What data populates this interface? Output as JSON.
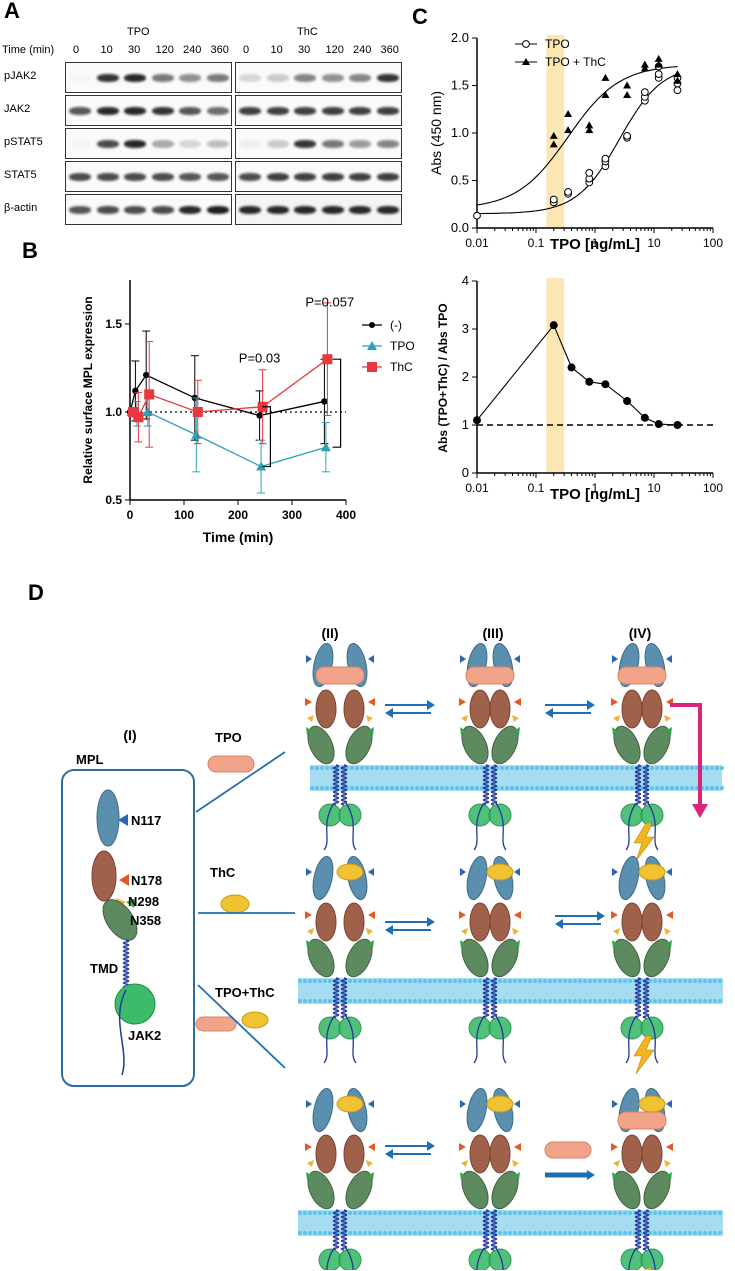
{
  "panelA": {
    "letter": "A",
    "groups": [
      "TPO",
      "ThC"
    ],
    "time_label": "Time (min)",
    "times": [
      "0",
      "10",
      "30",
      "120",
      "240",
      "360"
    ],
    "rows": [
      "pJAK2",
      "JAK2",
      "pSTAT5",
      "STAT5",
      "β-actin"
    ],
    "intensity": {
      "TPO": [
        [
          0.02,
          0.85,
          0.9,
          0.55,
          0.45,
          0.55
        ],
        [
          0.7,
          0.9,
          0.9,
          0.85,
          0.7,
          0.6
        ],
        [
          0.02,
          0.75,
          0.9,
          0.35,
          0.15,
          0.25
        ],
        [
          0.75,
          0.75,
          0.75,
          0.75,
          0.7,
          0.7
        ],
        [
          0.7,
          0.75,
          0.75,
          0.75,
          0.9,
          0.95
        ]
      ],
      "ThC": [
        [
          0.15,
          0.2,
          0.5,
          0.45,
          0.5,
          0.85
        ],
        [
          0.8,
          0.8,
          0.8,
          0.8,
          0.8,
          0.8
        ],
        [
          0.05,
          0.2,
          0.85,
          0.55,
          0.4,
          0.5
        ],
        [
          0.75,
          0.8,
          0.8,
          0.8,
          0.8,
          0.8
        ],
        [
          0.9,
          0.9,
          0.9,
          0.9,
          0.9,
          0.9
        ]
      ]
    }
  },
  "panelB": {
    "letter": "B",
    "chart_data": {
      "type": "line",
      "ylabel": "Relative surface MPL expression",
      "xlabel": "Time (min)",
      "xlim": [
        0,
        400
      ],
      "ylim": [
        0.5,
        1.75
      ],
      "x_ticks": [
        "0",
        "100",
        "200",
        "300",
        "400"
      ],
      "y_ticks": [
        "0.5",
        "1.0",
        "1.5"
      ],
      "reference_line": 1.0,
      "series": [
        {
          "name": "(-)",
          "color": "#000000",
          "x": [
            0,
            10,
            30,
            120,
            240,
            360
          ],
          "y": [
            1.0,
            1.12,
            1.21,
            1.08,
            0.98,
            1.06
          ],
          "err": [
            0.0,
            0.17,
            0.25,
            0.24,
            0.14,
            0.24
          ]
        },
        {
          "name": "TPO",
          "color": "#2aa3b8",
          "x": [
            0,
            10,
            30,
            120,
            240,
            360
          ],
          "y": [
            1.0,
            0.99,
            1.0,
            0.87,
            0.69,
            0.8
          ],
          "err": [
            0.0,
            0.07,
            0.08,
            0.21,
            0.15,
            0.14
          ]
        },
        {
          "name": "ThC",
          "color": "#e8383d",
          "x": [
            0,
            10,
            30,
            120,
            240,
            360
          ],
          "y": [
            1.0,
            0.97,
            1.1,
            1.0,
            1.03,
            1.3
          ],
          "err": [
            0.0,
            0.14,
            0.3,
            0.18,
            0.21,
            0.32
          ]
        }
      ],
      "annotations": [
        "P=0.03",
        "P=0.057"
      ]
    }
  },
  "panelC": {
    "letter": "C",
    "top_chart": {
      "type": "scatter",
      "ylabel": "Abs (450 nm)",
      "xlabel": "TPO [ng/mL]",
      "x_ticks": [
        "0.01",
        "0.1",
        "1",
        "10",
        "100"
      ],
      "y_ticks": [
        "0.0",
        "0.5",
        "1.0",
        "1.5",
        "2.0"
      ],
      "ylim": [
        0,
        2.0
      ],
      "xscale": "log",
      "series": [
        {
          "name": "TPO",
          "marker": "open-circle",
          "x": [
            0.01,
            0.2,
            0.2,
            0.35,
            0.35,
            0.8,
            0.8,
            0.8,
            1.5,
            1.5,
            1.5,
            3.5,
            3.5,
            7,
            7,
            7,
            12,
            12,
            12,
            25,
            25,
            25
          ],
          "y": [
            0.13,
            0.27,
            0.3,
            0.36,
            0.38,
            0.48,
            0.52,
            0.58,
            0.65,
            0.7,
            0.73,
            0.95,
            0.97,
            1.34,
            1.38,
            1.43,
            1.58,
            1.62,
            1.7,
            1.45,
            1.52,
            1.58
          ]
        },
        {
          "name": "TPO + ThC",
          "marker": "filled-triangle",
          "x": [
            0.2,
            0.2,
            0.35,
            0.35,
            0.8,
            0.8,
            1.5,
            1.5,
            3.5,
            3.5,
            7,
            7,
            12,
            12,
            25,
            25
          ],
          "y": [
            0.88,
            0.97,
            1.03,
            1.2,
            1.03,
            1.08,
            1.4,
            1.58,
            1.4,
            1.5,
            1.68,
            1.72,
            1.72,
            1.78,
            1.55,
            1.62
          ]
        }
      ],
      "legend": [
        "TPO",
        "TPO + ThC"
      ]
    },
    "bottom_chart": {
      "type": "line",
      "ylabel": "Abs (TPO+ThC) / Abs TPO",
      "xlabel": "TPO [ng/mL]",
      "x_ticks": [
        "0.01",
        "0.1",
        "1",
        "10",
        "100"
      ],
      "y_ticks": [
        "0",
        "1",
        "2",
        "3",
        "4"
      ],
      "ylim": [
        0,
        4
      ],
      "xscale": "log",
      "x": [
        0.01,
        0.2,
        0.4,
        0.8,
        1.5,
        3.5,
        7,
        12,
        25
      ],
      "y": [
        1.1,
        3.08,
        2.2,
        1.9,
        1.85,
        1.5,
        1.15,
        1.02,
        1.0
      ],
      "reference_line": 1.0
    },
    "highlight_range": [
      0.15,
      0.3
    ]
  },
  "panelD": {
    "letter": "D",
    "stages": [
      "(I)",
      "(II)",
      "(III)",
      "(IV)"
    ],
    "mpl_label": "MPL",
    "sites": [
      "N117",
      "N178",
      "N298",
      "N358"
    ],
    "tmd_label": "TMD",
    "jak_label": "JAK2",
    "row_labels": [
      "TPO",
      "ThC",
      "TPO+ThC"
    ],
    "colors": {
      "d1": "#5b8fb0",
      "d2": "#a0614a",
      "d3": "#5e8a60",
      "jak": "#3dbb6b",
      "membrane": "#8fd3ef",
      "tpo": "#f2a48a",
      "thc": "#f1c232",
      "arrow": "#1f6fb2",
      "magenta": "#d6257a"
    }
  }
}
